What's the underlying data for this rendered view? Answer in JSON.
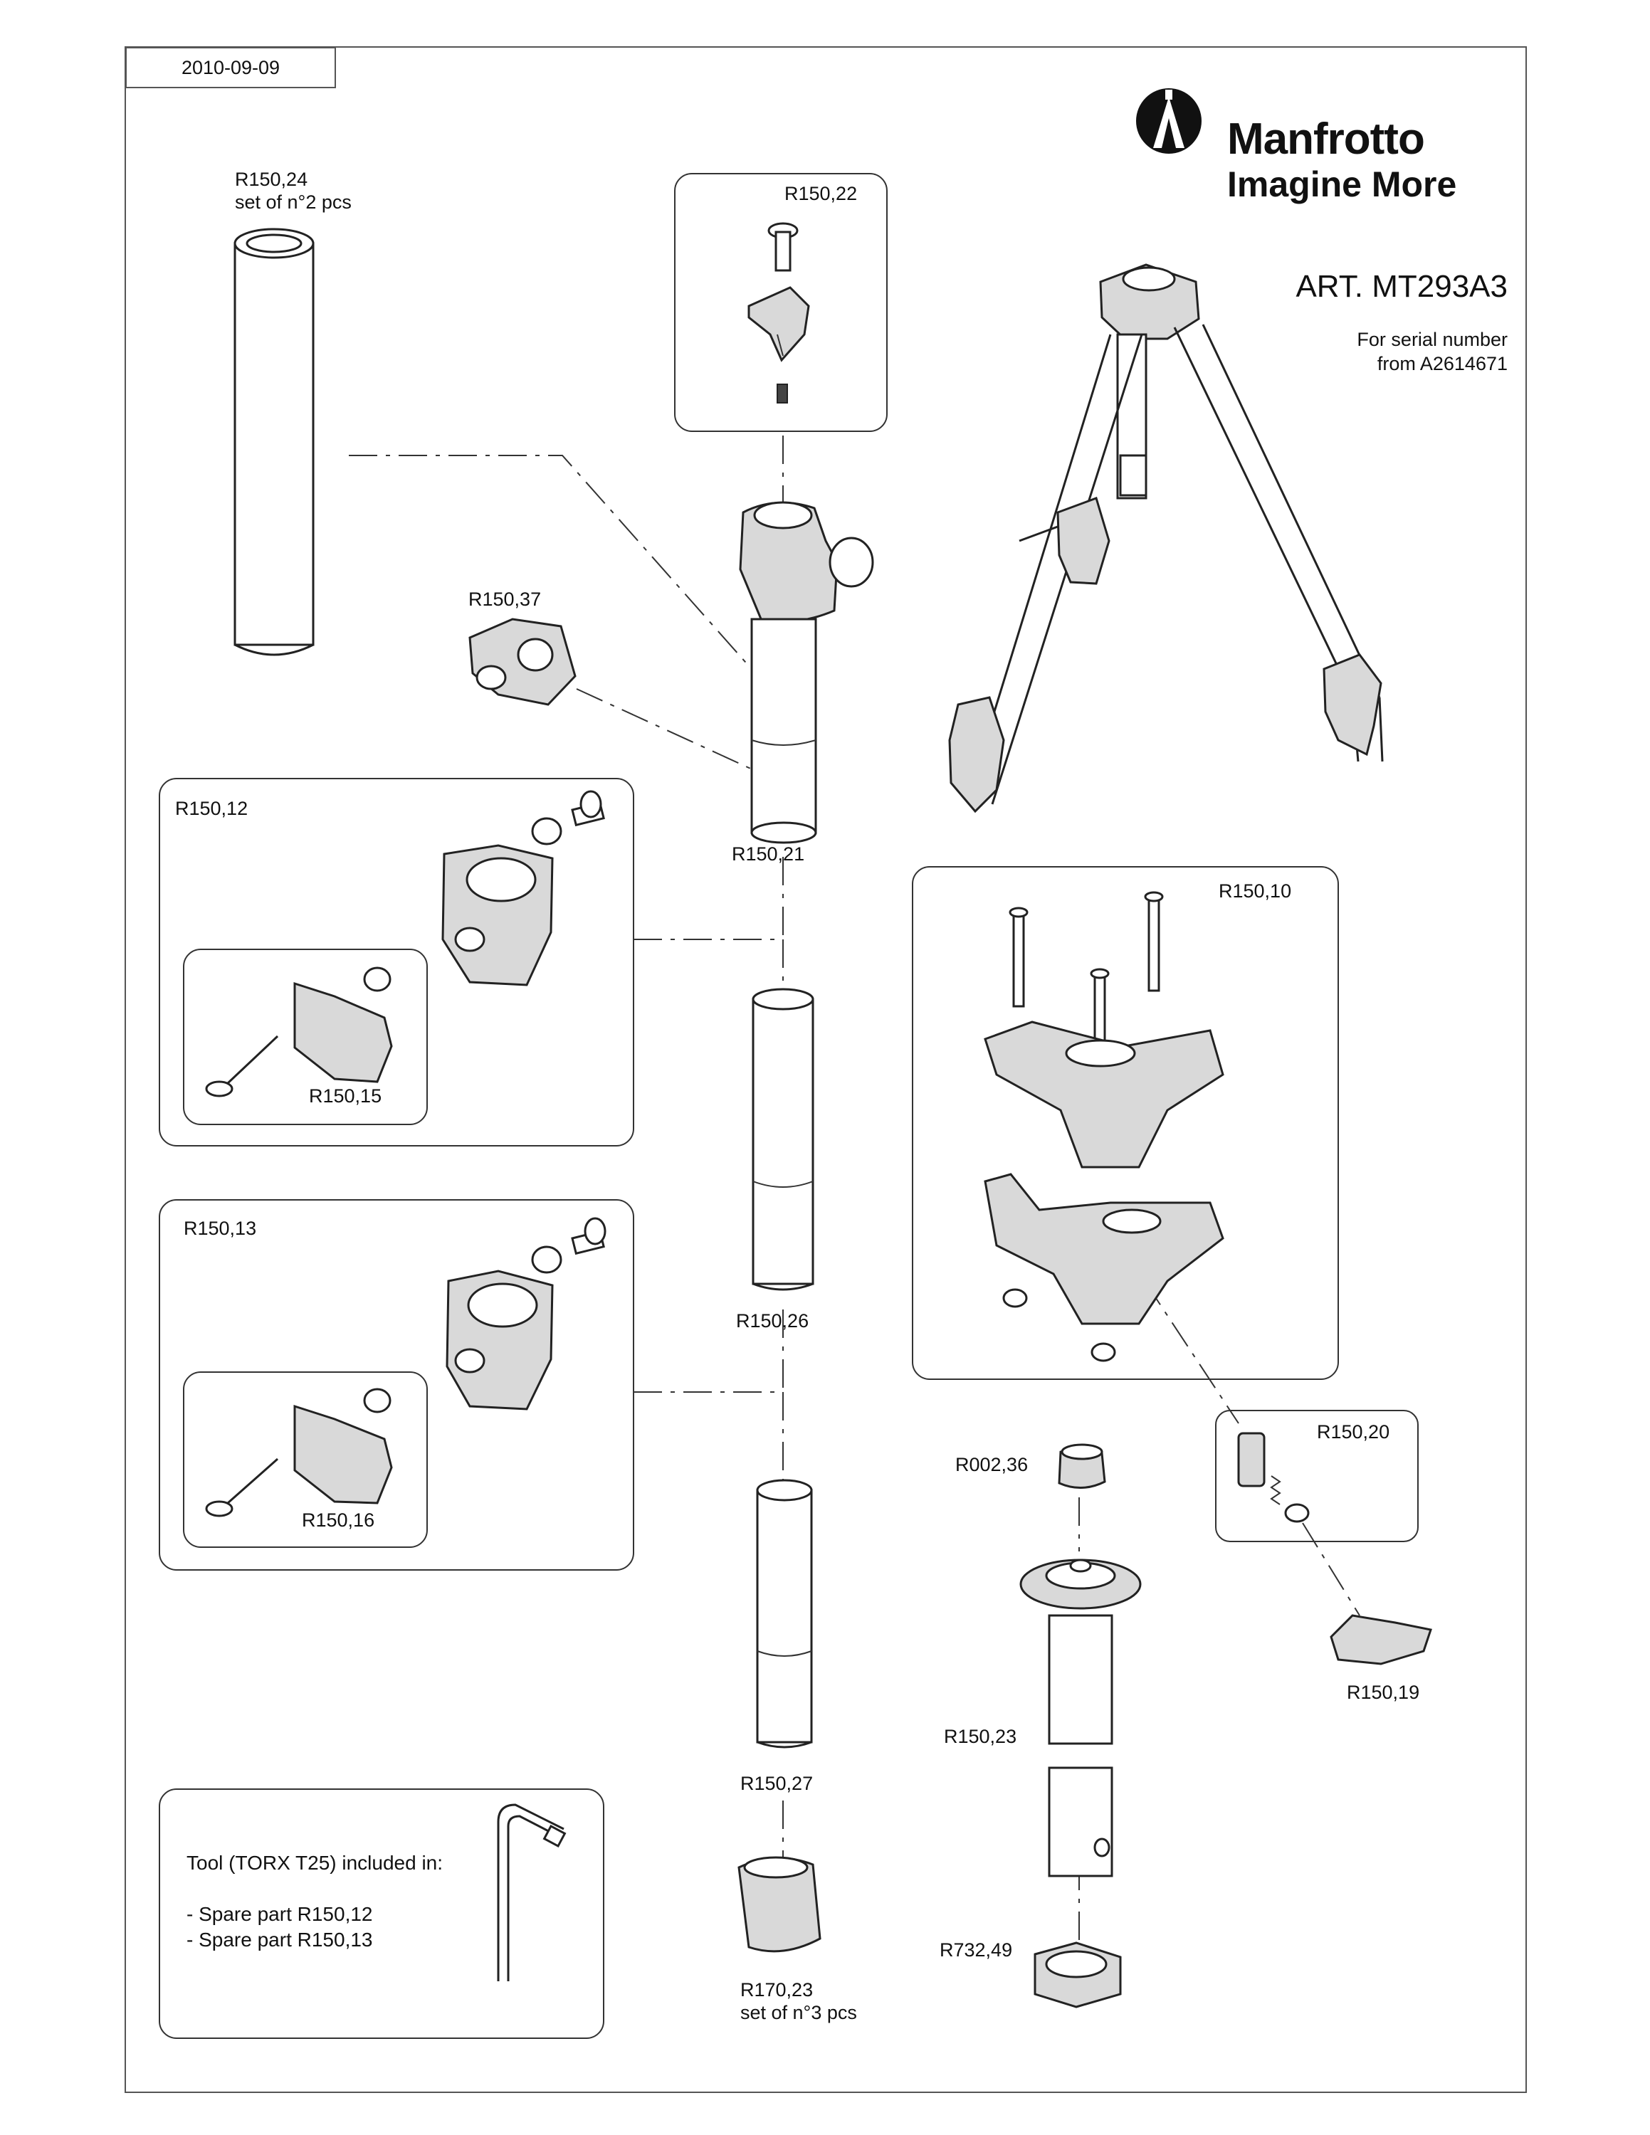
{
  "header": {
    "date": "2010-09-09",
    "brand_name": "Manfrotto",
    "slogan": "Imagine More",
    "article": "ART. MT293A3",
    "serial_line1": "For serial number",
    "serial_line2": "from A2614671"
  },
  "parts": {
    "r150_24": {
      "code": "R150,24",
      "note": "set of n°2 pcs"
    },
    "r150_22": "R150,22",
    "r150_37": "R150,37",
    "r150_21": "R150,21",
    "r150_12": "R150,12",
    "r150_15": "R150,15",
    "r150_13": "R150,13",
    "r150_16": "R150,16",
    "r150_26": "R150,26",
    "r150_27": "R150,27",
    "r170_23": {
      "code": "R170,23",
      "note": "set of n°3 pcs"
    },
    "r150_10": "R150,10",
    "r150_20": "R150,20",
    "r150_19": "R150,19",
    "r002_36": "R002,36",
    "r150_23": "R150,23",
    "r732_49": "R732,49"
  },
  "tool_note": {
    "line1": "Tool (TORX T25) included in:",
    "line2": "- Spare part R150,12",
    "line3": "- Spare part R150,13"
  }
}
